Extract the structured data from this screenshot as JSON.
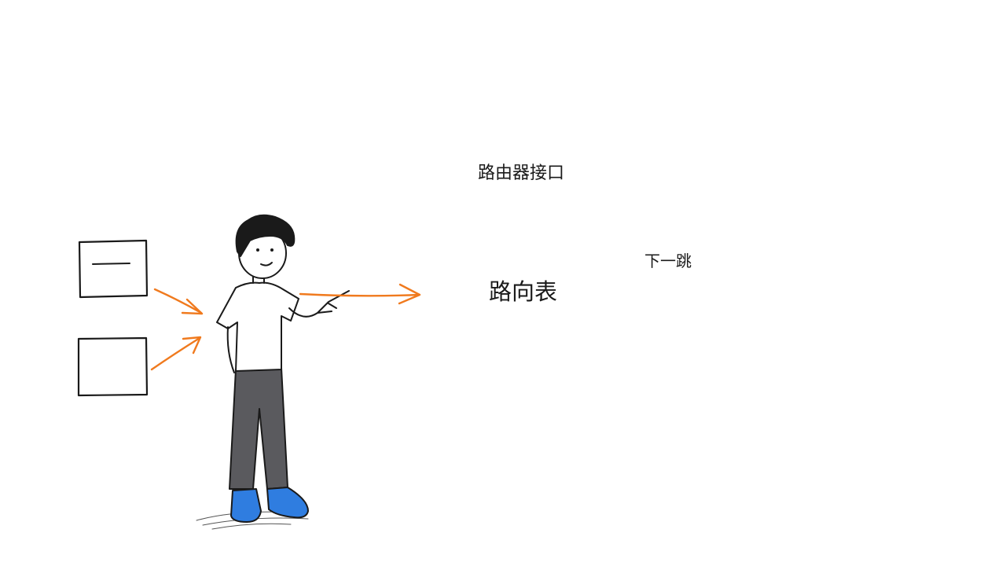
{
  "labels": {
    "router_interface": "路由器接口",
    "routing_table": "路向表",
    "next_hop": "下一跳"
  },
  "colors": {
    "arrow": "#f07a1e",
    "ink": "#1a1a1a",
    "pants": "#5a5a5e",
    "shoes": "#2f7de0"
  }
}
